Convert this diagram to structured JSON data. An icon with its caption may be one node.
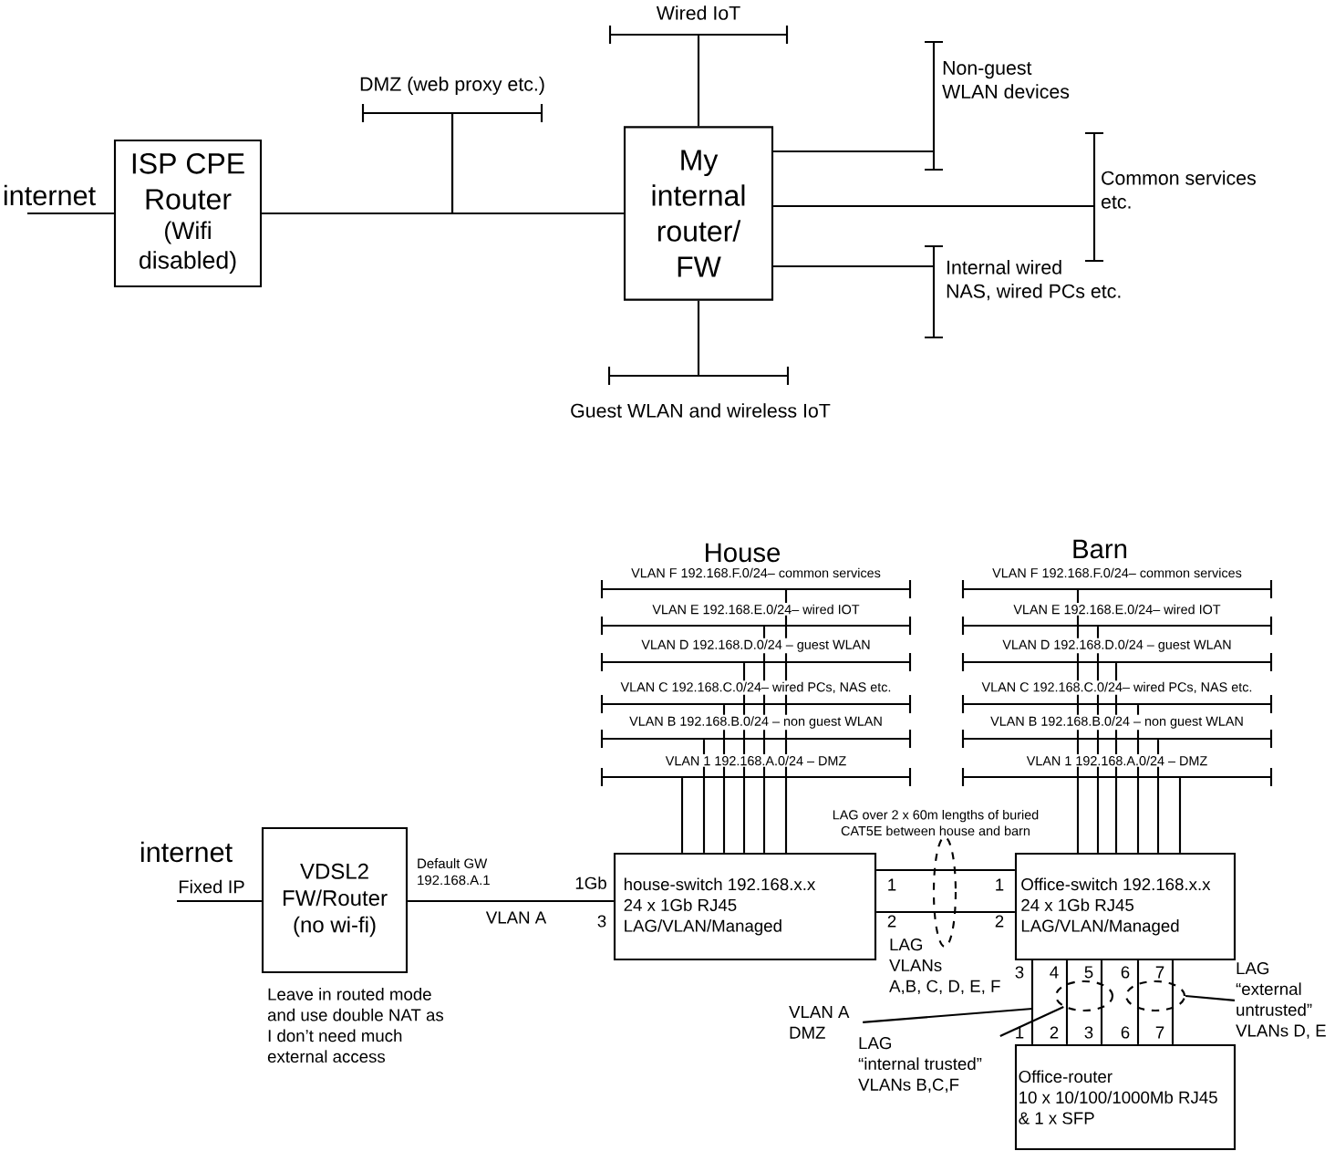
{
  "diagram": {
    "nodes": [
      {
        "text": [
          "ISP CPE Router",
          "(Wifi disabled)"
        ]
      },
      {
        "text": [
          "My internal router/ FW"
        ]
      },
      {
        "text": [],
        "shape": "bar",
        "beside": [
          "DMZ (web proxy etc.)"
        ]
      },
      {
        "text": [],
        "shape": "bar",
        "beside": [
          "Wired IoT"
        ]
      },
      {
        "text": [],
        "shape": "bar",
        "beside": [
          "Non-guest WLAN devices"
        ]
      },
      {
        "text": [],
        "shape": "bar",
        "beside": [
          "Common services etc."
        ]
      },
      {
        "text": [],
        "shape": "bar",
        "beside": [
          "Internal wired NAS, wired PCs etc."
        ]
      },
      {
        "text": [],
        "shape": "bar",
        "beside": [
          "Guest WLAN and wireless IoT"
        ]
      },
      {
        "text": [],
        "shape": "bar",
        "beside": [
          "VLAN F 192.168.F.0/24– common services"
        ]
      },
      {
        "text": [],
        "shape": "bar",
        "beside": [
          "VLAN E 192.168.E.0/24– wired IOT"
        ]
      },
      {
        "text": [],
        "shape": "bar",
        "beside": [
          "VLAN D 192.168.D.0/24 – guest WLAN"
        ]
      },
      {
        "text": [],
        "shape": "bar",
        "beside": [
          "VLAN C 192.168.C.0/24– wired PCs, NAS etc."
        ]
      },
      {
        "text": [],
        "shape": "bar",
        "beside": [
          "VLAN B 192.168.B.0/24 – non guest WLAN"
        ]
      },
      {
        "text": [],
        "shape": "bar",
        "beside": [
          "VLAN 1 192.168.A.0/24 – DMZ"
        ]
      },
      {
        "text": [],
        "shape": "bar",
        "beside": [
          "VLAN F 192.168.F.0/24– common services"
        ]
      },
      {
        "text": [],
        "shape": "bar",
        "beside": [
          "VLAN E 192.168.E.0/24– wired IOT"
        ]
      },
      {
        "text": [],
        "shape": "bar",
        "beside": [
          "VLAN D 192.168.D.0/24 – guest WLAN"
        ]
      },
      {
        "text": [],
        "shape": "bar",
        "beside": [
          "VLAN C 192.168.C.0/24– wired PCs, NAS etc."
        ]
      },
      {
        "text": [],
        "shape": "bar",
        "beside": [
          "VLAN B 192.168.B.0/24 – non guest WLAN"
        ]
      },
      {
        "text": [],
        "shape": "bar",
        "beside": [
          "VLAN 1 192.168.A.0/24 – DMZ"
        ]
      },
      {
        "text": [
          "VDSL2",
          "FW/Router",
          "(no wi-fi)"
        ],
        "beside": [
          "Leave in routed mode and use double NAT as I don’t need much external access"
        ]
      },
      {
        "text": [
          "house-switch 192.168.x.x",
          "24 x 1Gb RJ45",
          "LAG/VLAN/Managed"
        ]
      },
      {
        "text": [
          "Office-switch 192.168.x.x",
          "24 x 1Gb RJ45",
          "LAG/VLAN/Managed"
        ]
      },
      {
        "text": [
          "Office-router",
          "10 x 10/100/1000Mb RJ45 & 1 x SFP"
        ]
      },
      {
        "text": [
          "VLAN A DMZ"
        ]
      },
      {
        "text": [
          "LAG “internal trusted” VLANs B,C,F"
        ]
      },
      {
        "text": [
          "LAG “external untrusted” VLANs D, E"
        ]
      },
      {
        "text": [],
        "shape": "ellipse"
      },
      {
        "text": [],
        "shape": "ellipse"
      }
    ],
    "edges": [
      {
        "from": null,
        "to": 0,
        "arrow": "none",
        "label": "internet"
      },
      {
        "from": 0,
        "to": 2,
        "arrow": "none"
      },
      {
        "from": 2,
        "to": 1,
        "arrow": "none"
      },
      {
        "from": 1,
        "to": 3,
        "arrow": "none"
      },
      {
        "from": 1,
        "to": 4,
        "arrow": "none"
      },
      {
        "from": 1,
        "to": 5,
        "arrow": "none"
      },
      {
        "from": 1,
        "to": 6,
        "arrow": "none"
      },
      {
        "from": 1,
        "to": 7,
        "arrow": "none"
      },
      {
        "from": 21,
        "to": 8,
        "arrow": "none"
      },
      {
        "from": 21,
        "to": 9,
        "arrow": "none"
      },
      {
        "from": 21,
        "to": 10,
        "arrow": "none"
      },
      {
        "from": 21,
        "to": 11,
        "arrow": "none"
      },
      {
        "from": 21,
        "to": 12,
        "arrow": "none"
      },
      {
        "from": 21,
        "to": 13,
        "arrow": "none"
      },
      {
        "from": 22,
        "to": 14,
        "arrow": "none"
      },
      {
        "from": 22,
        "to": 15,
        "arrow": "none"
      },
      {
        "from": 22,
        "to": 16,
        "arrow": "none"
      },
      {
        "from": 22,
        "to": 17,
        "arrow": "none"
      },
      {
        "from": 22,
        "to": 18,
        "arrow": "none"
      },
      {
        "from": 22,
        "to": 19,
        "arrow": "none"
      },
      {
        "from": null,
        "to": 20,
        "arrow": "none",
        "label": "Fixed IP"
      },
      {
        "from": 20,
        "to": 21,
        "arrow": "none",
        "label": "VLAN A"
      },
      {
        "from": 21,
        "to": 22,
        "arrow": "none"
      },
      {
        "from": 21,
        "to": 22,
        "arrow": "none"
      },
      {
        "from": 22,
        "to": 23,
        "arrow": "none"
      },
      {
        "from": 22,
        "to": 23,
        "arrow": "none"
      },
      {
        "from": 22,
        "to": 23,
        "arrow": "none"
      },
      {
        "from": 22,
        "to": 23,
        "arrow": "none"
      },
      {
        "from": 22,
        "to": 23,
        "arrow": "none"
      },
      {
        "from": 24,
        "to": null,
        "arrow": "none"
      },
      {
        "from": 25,
        "to": 27,
        "arrow": "none"
      },
      {
        "from": 26,
        "to": 28,
        "arrow": "none"
      }
    ],
    "labels": [
      "House",
      "Barn",
      "internet",
      "Default GW 192.168.A.1",
      "1Gb",
      "3",
      "1",
      "2",
      "1",
      "2",
      "LAG over 2 x 60m lengths of buried CAT5E between house and barn",
      "LAG VLANs A,B, C, D, E, F",
      "3",
      "4",
      "5",
      "6",
      "7",
      "1",
      "2",
      "3",
      "6",
      "7"
    ]
  }
}
